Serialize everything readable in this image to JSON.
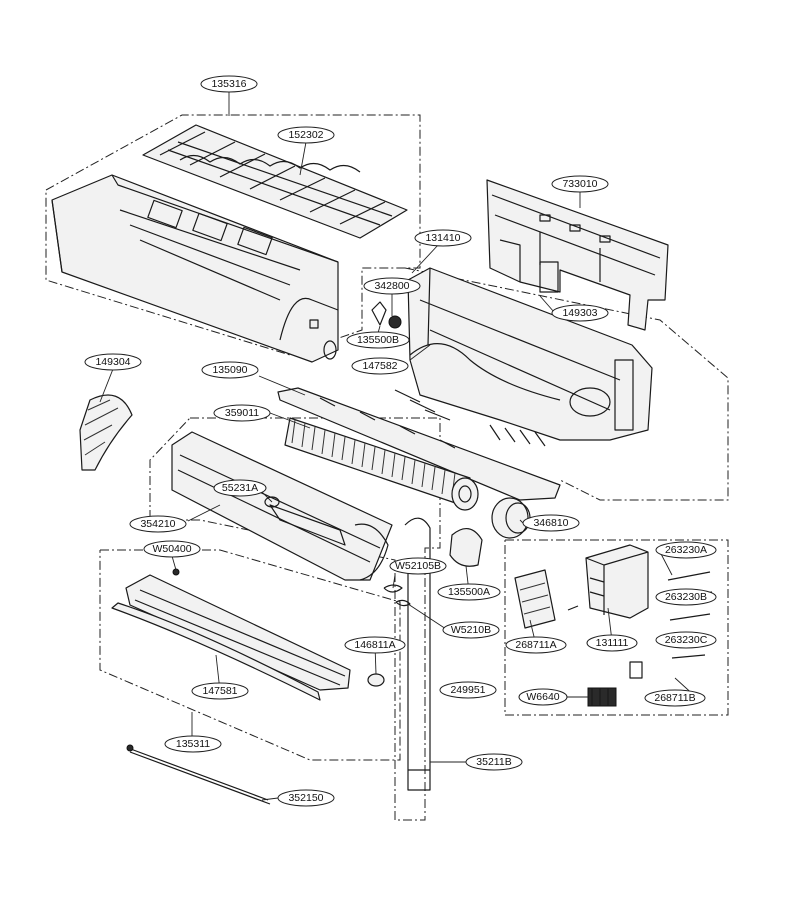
{
  "parts": {
    "p135316": "135316",
    "p152302": "152302",
    "p733010": "733010",
    "p131410": "131410",
    "p342800": "342800",
    "p149303": "149303",
    "p135500B": "135500B",
    "p149304": "149304",
    "p135090": "135090",
    "p147582": "147582",
    "p359011": "359011",
    "p55231A": "55231A",
    "p354210": "354210",
    "p346810": "346810",
    "pW50400": "W50400",
    "pW52105B": "W52105B",
    "p135500A": "135500A",
    "p263230A": "263230A",
    "p263230B": "263230B",
    "p263230C": "263230C",
    "pW5210B": "W5210B",
    "p268711A": "268711A",
    "p131111": "131111",
    "p146811A": "146811A",
    "p249951": "249951",
    "pW6640": "W6640",
    "p268711B": "268711B",
    "p147581": "147581",
    "p135311": "135311",
    "p35211B": "35211B",
    "p352150": "352150"
  }
}
